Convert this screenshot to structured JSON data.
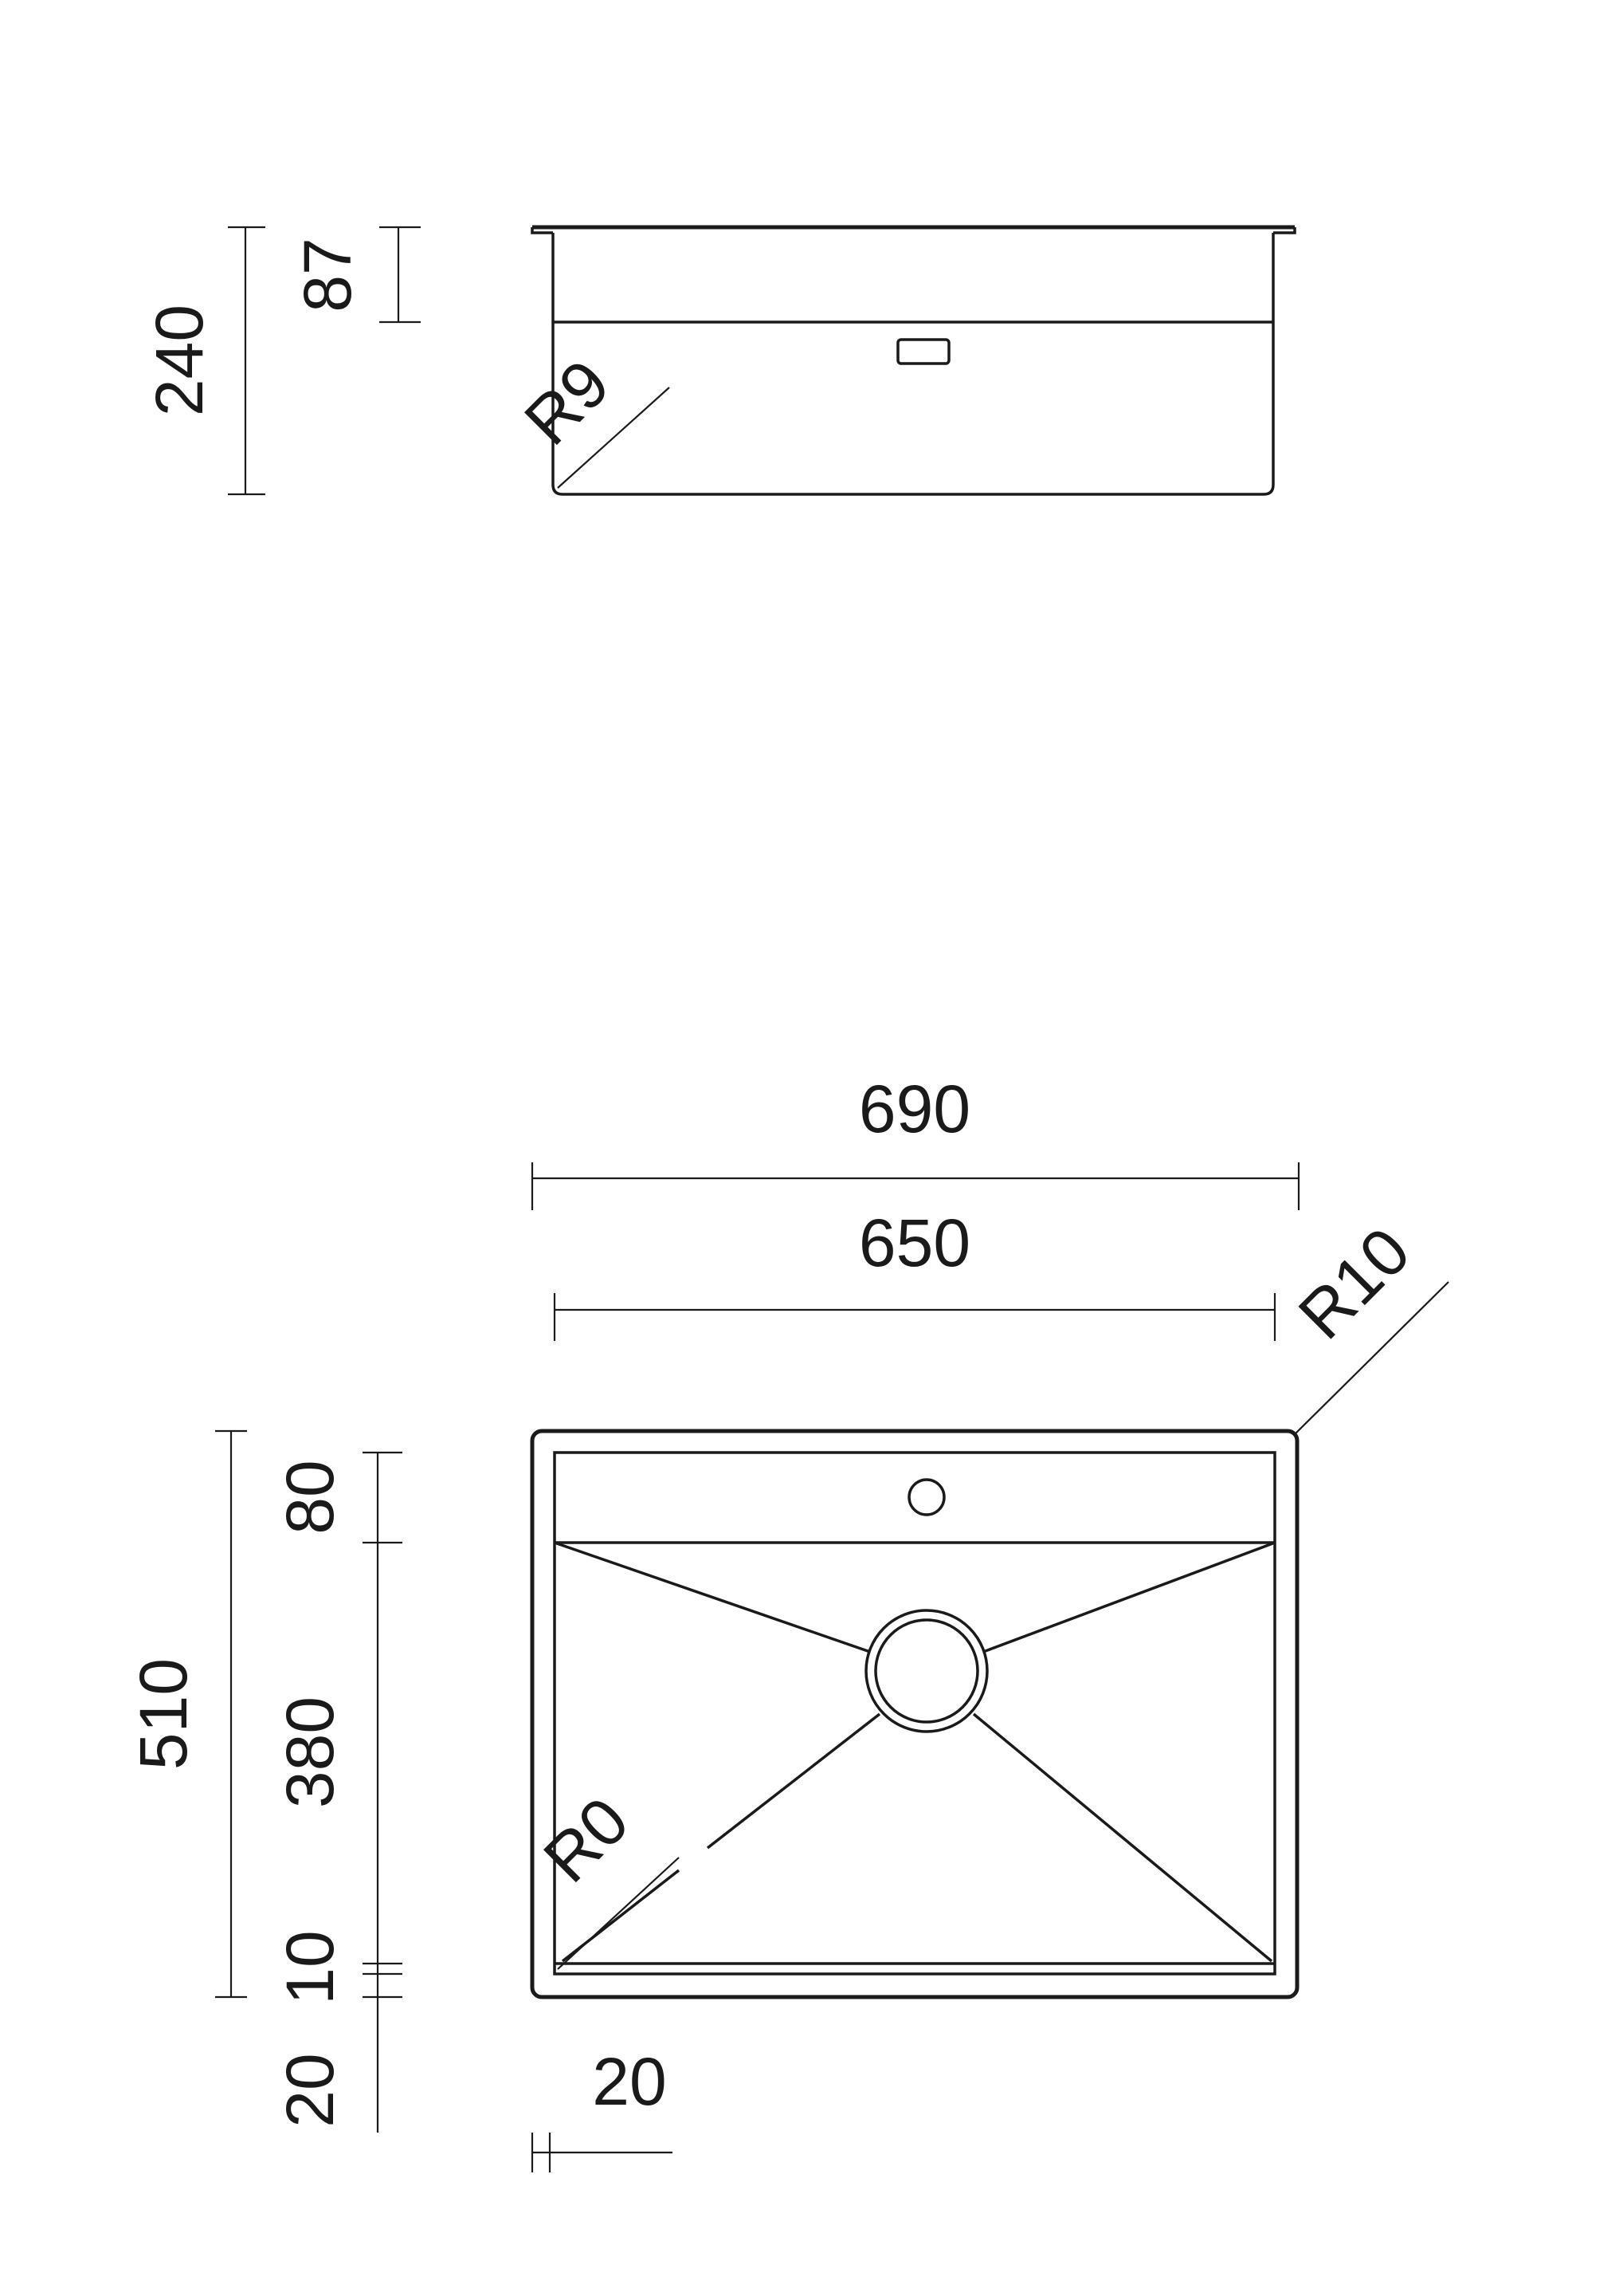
{
  "side_view": {
    "total_height": "240",
    "flange_height": "87",
    "corner_radius": "R9"
  },
  "top_view": {
    "outer_width": "690",
    "inner_width": "650",
    "outer_radius": "R10",
    "inner_radius": "R0",
    "total_depth": "510",
    "deck_depth": "80",
    "bowl_depth": "380",
    "bottom_gap": "10",
    "rim_offset_vertical": "20",
    "rim_offset_horizontal": "20"
  },
  "colors": {
    "line": "#1a1a1a",
    "background": "#ffffff"
  }
}
